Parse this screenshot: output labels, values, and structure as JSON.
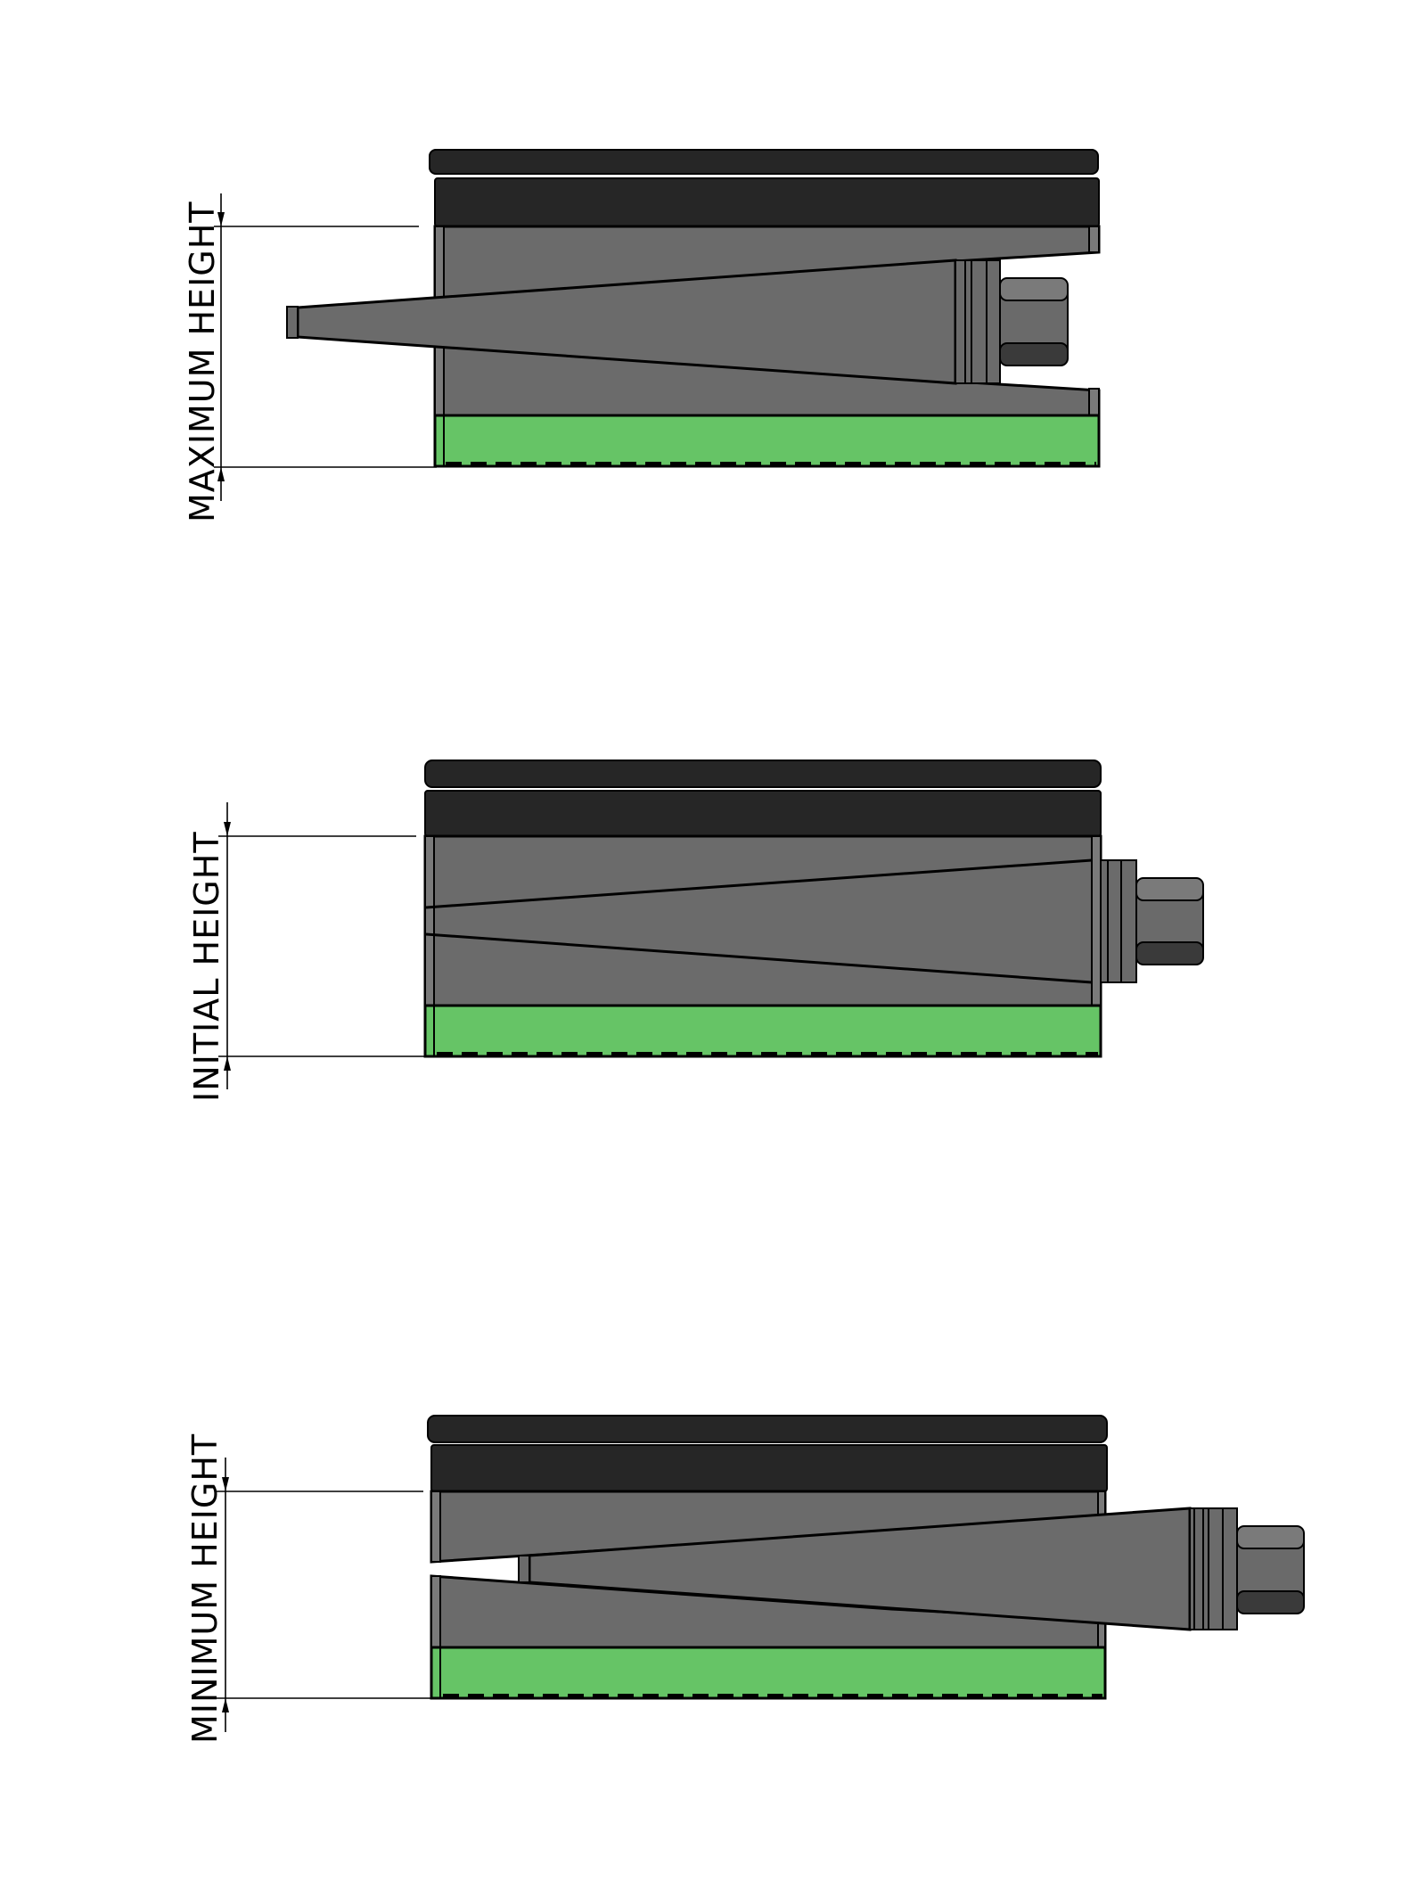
{
  "diagram": {
    "type": "engineering side-view drawing",
    "subject": "wedge leveling mount shown in three height positions",
    "colors": {
      "background": "#ffffff",
      "top_plate": "#262626",
      "body": "#6b6b6b",
      "body_edge": "#7a7a7a",
      "base_pad": "#66c466",
      "nut_light": "#7a7a7a",
      "nut_mid": "#6a6a6a",
      "nut_dark": "#3a3a3a",
      "line": "#000000"
    },
    "views": [
      {
        "id": "maximum",
        "label": "MAXIMUM HEIGHT",
        "position": "top",
        "wedge_state": "retracted — wedge tip protrudes left of body, adjuster nut close to body"
      },
      {
        "id": "initial",
        "label": "INITIAL HEIGHT",
        "position": "middle",
        "wedge_state": "neutral — wedge flush inside body, nut just outside right edge"
      },
      {
        "id": "minimum",
        "label": "MINIMUM HEIGHT",
        "position": "bottom",
        "wedge_state": "extended — wedge pulled right, blocks separated by gap on left, nut far right"
      }
    ]
  }
}
